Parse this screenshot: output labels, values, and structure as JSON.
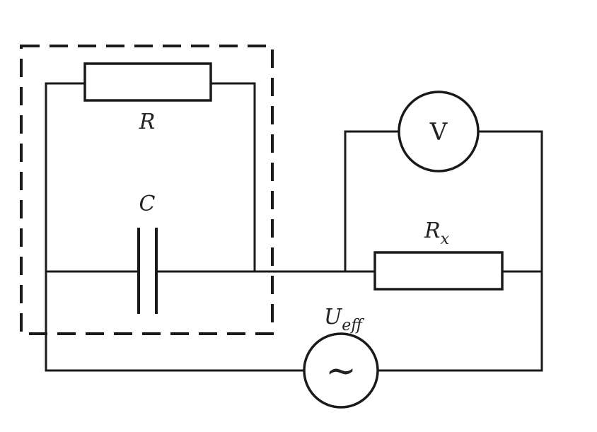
{
  "diagram": {
    "labels": {
      "resistor_r": "R",
      "capacitor": "C",
      "resistor_rx_main": "R",
      "resistor_rx_sub": "x",
      "voltmeter": "V",
      "source_main": "U",
      "source_sub": "eff",
      "source_symbol": "~"
    }
  },
  "colors": {
    "line": "#1a1a1a",
    "background": "#ffffff"
  }
}
